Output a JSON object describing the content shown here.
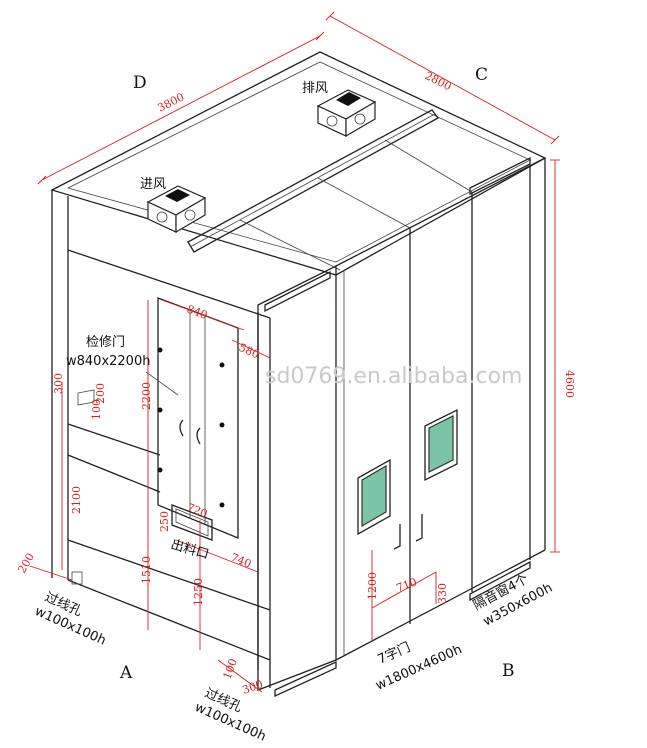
{
  "corner_labels": {
    "a": "A",
    "b": "B",
    "c": "C",
    "d": "D"
  },
  "fans": {
    "inlet": "进风",
    "exhaust": "排风"
  },
  "dimensions": {
    "length_top": "3800",
    "width_top": "2800",
    "height_right": "4600",
    "panel_width": "840",
    "panel_side": "580",
    "door_height": "2200",
    "side_300": "300",
    "side_200": "200",
    "side_100": "100",
    "left_2100": "2100",
    "left_1510": "1510",
    "outlet_250": "250",
    "outlet_720": "720",
    "outlet_740": "740",
    "outlet_1250": "1250",
    "bottom_200": "200",
    "bottom_100": "100",
    "bottom_300": "300",
    "front_1200": "1200",
    "front_710": "710",
    "front_330": "330"
  },
  "labels": {
    "maintenance_door": "检修门",
    "maintenance_door_size": "w840x2200h",
    "outlet": "出料口",
    "cable_hole_left": "过线孔",
    "cable_hole_left_size": "w100x100h",
    "cable_hole_bottom": "过线孔",
    "cable_hole_bottom_size": "w100x100h",
    "double_door": "7字门",
    "double_door_size": "w1800x4600h",
    "sound_window": "隔音窗4个",
    "sound_window_size": "w350x600h"
  },
  "watermark": "sd0769.en.alibaba.com",
  "colors": {
    "dimension": "#d42020",
    "glass": "#7cc4a6",
    "line": "#222222"
  }
}
